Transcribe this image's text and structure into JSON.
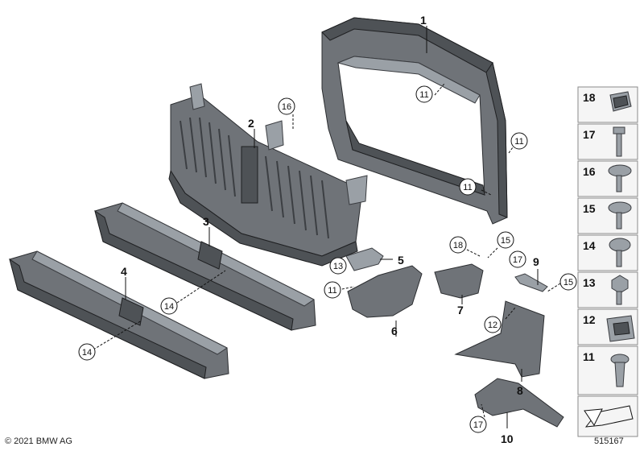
{
  "copyright": "© 2021 BMW AG",
  "diagram_id": "515167",
  "parts": [
    {
      "num": "1"
    },
    {
      "num": "2"
    },
    {
      "num": "3"
    },
    {
      "num": "4"
    },
    {
      "num": "5"
    },
    {
      "num": "6"
    },
    {
      "num": "7"
    },
    {
      "num": "8"
    },
    {
      "num": "9"
    },
    {
      "num": "10"
    }
  ],
  "callouts": {
    "c11_frame_top": "11",
    "c11_frame_right": "11",
    "c11_frame_low": "11",
    "c11_duct": "11",
    "c12": "12",
    "c13": "13",
    "c14_grille3": "14",
    "c14_grille4": "14",
    "c15_a": "15",
    "c15_b": "15",
    "c16": "16",
    "c17_bracket9": "17",
    "c17_bracket10": "17",
    "c18": "18"
  },
  "sidebar": [
    "18",
    "17",
    "16",
    "15",
    "14",
    "13",
    "12",
    "11"
  ]
}
